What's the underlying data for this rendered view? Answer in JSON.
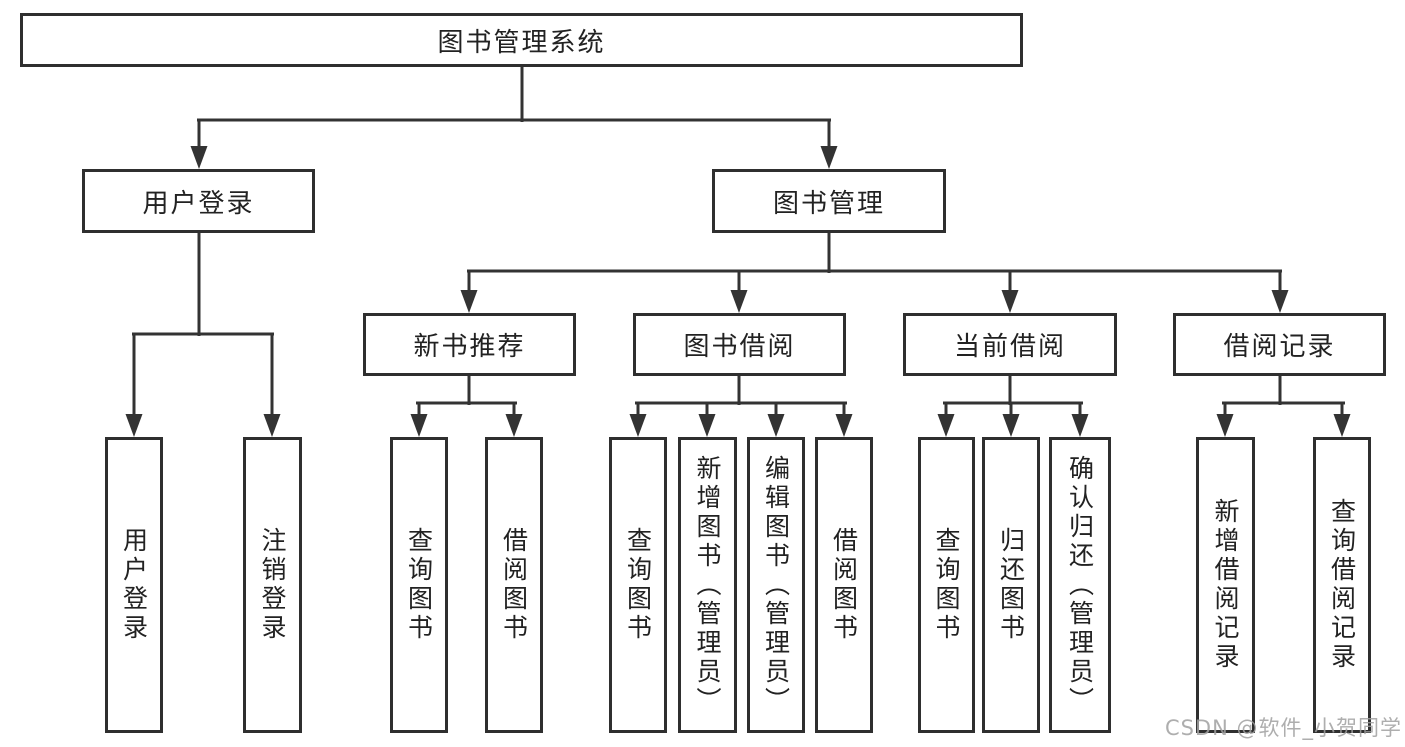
{
  "diagram_title": "图书管理系统",
  "nodes": {
    "root": "图书管理系统",
    "user_login": "用户登录",
    "book_management": "图书管理",
    "new_book_recommend": "新书推荐",
    "book_borrowing": "图书借阅",
    "current_borrowing": "当前借阅",
    "borrowing_records": "借阅记录",
    "ul_user_login": "用户登录",
    "ul_logout": "注销登录",
    "nb_query_book": "查询图书",
    "nb_borrow_book": "借阅图书",
    "bb_query_book": "查询图书",
    "bb_add_book": "新增图书（管理员）",
    "bb_edit_book": "编辑图书（管理员）",
    "bb_borrow_book": "借阅图书",
    "cb_query_book": "查询图书",
    "cb_return_book": "归还图书",
    "cb_confirm_return": "确认归还（管理员）",
    "br_add_record": "新增借阅记录",
    "br_query_record": "查询借阅记录"
  },
  "watermark": "CSDN @软件_小贺同学",
  "colors": {
    "line": "#333333",
    "border": "#2f2f2f",
    "text": "#222222",
    "background": "#ffffff",
    "watermark": "#a0a0a0"
  }
}
